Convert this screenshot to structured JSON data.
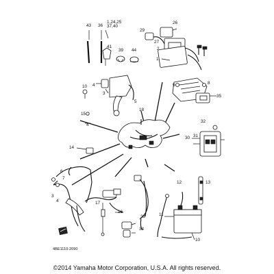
{
  "diagram": {
    "drawing_code": "4BE1110-2090",
    "callouts": [
      {
        "id": "c43",
        "text": "43"
      },
      {
        "id": "c36",
        "text": "36"
      },
      {
        "id": "c1a",
        "text": "1,24,25"
      },
      {
        "id": "c1b",
        "text": "37,40"
      },
      {
        "id": "c26",
        "text": "26"
      },
      {
        "id": "c29",
        "text": "29"
      },
      {
        "id": "c27",
        "text": "27"
      },
      {
        "id": "c2",
        "text": "2"
      },
      {
        "id": "c1",
        "text": "1"
      },
      {
        "id": "c41",
        "text": "41"
      },
      {
        "id": "c39",
        "text": "39"
      },
      {
        "id": "c44",
        "text": "44"
      },
      {
        "id": "c4a",
        "text": "4"
      },
      {
        "id": "c3a",
        "text": "3"
      },
      {
        "id": "c10",
        "text": "10"
      },
      {
        "id": "c5",
        "text": "5"
      },
      {
        "id": "c15",
        "text": "15"
      },
      {
        "id": "c4b",
        "text": "4"
      },
      {
        "id": "c9",
        "text": "9"
      },
      {
        "id": "c8",
        "text": "8"
      },
      {
        "id": "c35",
        "text": "35"
      },
      {
        "id": "c18",
        "text": "18"
      },
      {
        "id": "c32",
        "text": "32"
      },
      {
        "id": "c31",
        "text": "31"
      },
      {
        "id": "c30",
        "text": "30"
      },
      {
        "id": "c14",
        "text": "14"
      },
      {
        "id": "c12",
        "text": "12"
      },
      {
        "id": "c13",
        "text": "13"
      },
      {
        "id": "c6",
        "text": "6"
      },
      {
        "id": "c7",
        "text": "7"
      },
      {
        "id": "c3b",
        "text": "3"
      },
      {
        "id": "c4c",
        "text": "4"
      },
      {
        "id": "c17",
        "text": "17"
      },
      {
        "id": "c16",
        "text": "16"
      },
      {
        "id": "c11",
        "text": "11"
      },
      {
        "id": "c33",
        "text": "33"
      },
      {
        "id": "c34",
        "text": "34"
      },
      {
        "id": "c10b",
        "text": "10"
      }
    ]
  },
  "footer": {
    "copyright": "©2014 Yamaha Motor Corporation, U.S.A. All rights reserved."
  }
}
